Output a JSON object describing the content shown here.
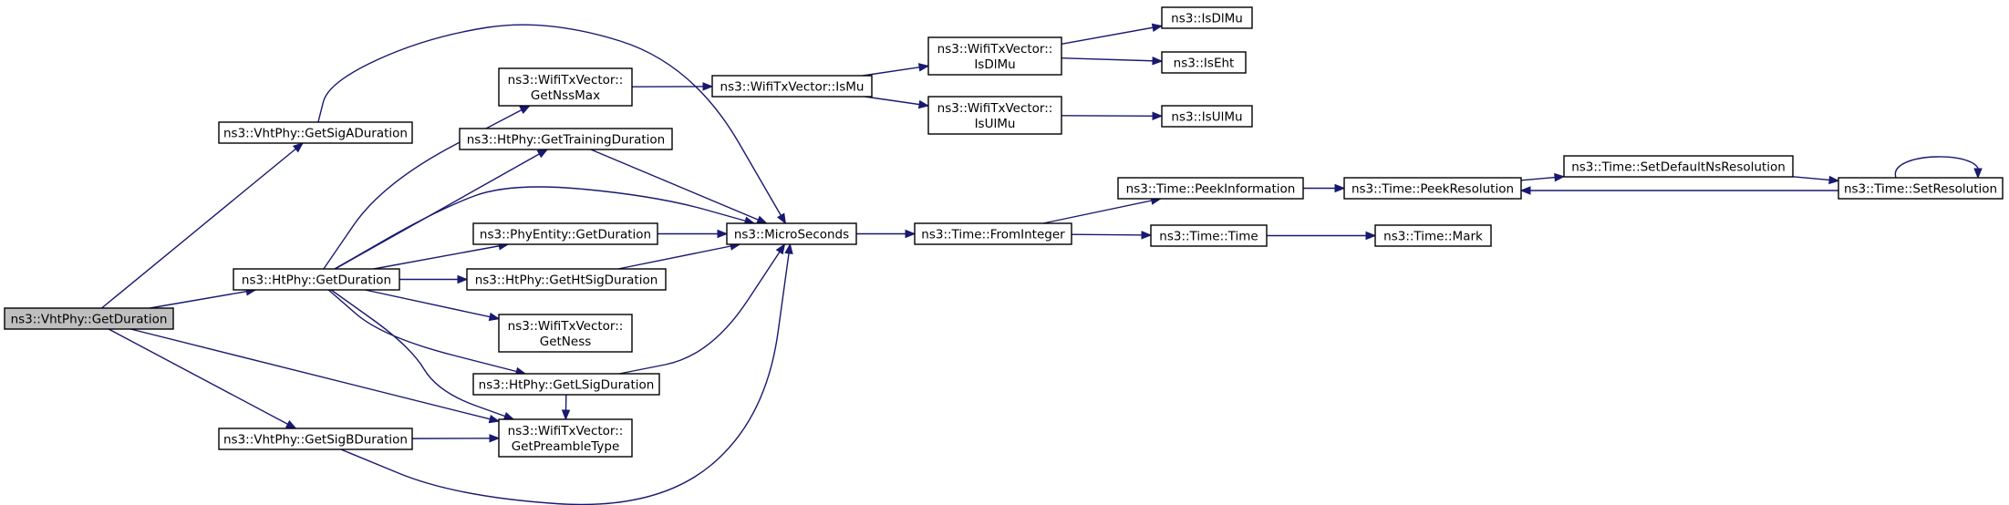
{
  "colors": {
    "edge": "#191970",
    "root_fill": "#bfbfbf",
    "node_fill": "#ffffff",
    "border": "#000000"
  },
  "nodes": {
    "vht_get_duration": [
      "ns3::VhtPhy::GetDuration"
    ],
    "vht_get_sig_a_duration": [
      "ns3::VhtPhy::GetSigADuration"
    ],
    "ht_get_duration": [
      "ns3::HtPhy::GetDuration"
    ],
    "vht_get_sig_b_duration": [
      "ns3::VhtPhy::GetSigBDuration"
    ],
    "wifitx_get_nss_max": [
      "ns3::WifiTxVector::",
      "GetNssMax"
    ],
    "ht_get_training_duration": [
      "ns3::HtPhy::GetTrainingDuration"
    ],
    "phyentity_get_duration": [
      "ns3::PhyEntity::GetDuration"
    ],
    "ht_get_ht_sig_duration": [
      "ns3::HtPhy::GetHtSigDuration"
    ],
    "wifitx_get_ness": [
      "ns3::WifiTxVector::",
      "GetNess"
    ],
    "ht_get_lsig_duration": [
      "ns3::HtPhy::GetLSigDuration"
    ],
    "wifitx_get_preamble_type": [
      "ns3::WifiTxVector::",
      "GetPreambleType"
    ],
    "micro_seconds": [
      "ns3::MicroSeconds"
    ],
    "wifitx_is_mu": [
      "ns3::WifiTxVector::IsMu"
    ],
    "wifitx_is_dl_mu": [
      "ns3::WifiTxVector::",
      "IsDlMu"
    ],
    "wifitx_is_ul_mu": [
      "ns3::WifiTxVector::",
      "IsUlMu"
    ],
    "is_dl_mu": [
      "ns3::IsDlMu"
    ],
    "is_eht": [
      "ns3::IsEht"
    ],
    "is_ul_mu": [
      "ns3::IsUlMu"
    ],
    "time_from_integer": [
      "ns3::Time::FromInteger"
    ],
    "time_peek_information": [
      "ns3::Time::PeekInformation"
    ],
    "time_time": [
      "ns3::Time::Time"
    ],
    "time_peek_resolution": [
      "ns3::Time::PeekResolution"
    ],
    "time_mark": [
      "ns3::Time::Mark"
    ],
    "time_set_default_ns_resolution": [
      "ns3::Time::SetDefaultNsResolution"
    ],
    "time_set_resolution": [
      "ns3::Time::SetResolution"
    ]
  },
  "edges": [
    [
      "vht_get_duration",
      "vht_get_sig_a_duration"
    ],
    [
      "vht_get_duration",
      "ht_get_duration"
    ],
    [
      "vht_get_duration",
      "vht_get_sig_b_duration"
    ],
    [
      "vht_get_duration",
      "wifitx_get_preamble_type"
    ],
    [
      "vht_get_sig_a_duration",
      "micro_seconds"
    ],
    [
      "ht_get_duration",
      "wifitx_get_nss_max"
    ],
    [
      "ht_get_duration",
      "ht_get_training_duration"
    ],
    [
      "ht_get_duration",
      "micro_seconds"
    ],
    [
      "ht_get_duration",
      "phyentity_get_duration"
    ],
    [
      "ht_get_duration",
      "ht_get_ht_sig_duration"
    ],
    [
      "ht_get_duration",
      "wifitx_get_ness"
    ],
    [
      "ht_get_duration",
      "ht_get_lsig_duration"
    ],
    [
      "ht_get_duration",
      "wifitx_get_preamble_type"
    ],
    [
      "vht_get_sig_b_duration",
      "wifitx_get_preamble_type"
    ],
    [
      "vht_get_sig_b_duration",
      "micro_seconds"
    ],
    [
      "wifitx_get_nss_max",
      "wifitx_is_mu"
    ],
    [
      "ht_get_training_duration",
      "micro_seconds"
    ],
    [
      "phyentity_get_duration",
      "micro_seconds"
    ],
    [
      "ht_get_ht_sig_duration",
      "micro_seconds"
    ],
    [
      "ht_get_lsig_duration",
      "micro_seconds"
    ],
    [
      "ht_get_lsig_duration",
      "wifitx_get_preamble_type"
    ],
    [
      "micro_seconds",
      "time_from_integer"
    ],
    [
      "wifitx_is_mu",
      "wifitx_is_dl_mu"
    ],
    [
      "wifitx_is_mu",
      "wifitx_is_ul_mu"
    ],
    [
      "wifitx_is_dl_mu",
      "is_dl_mu"
    ],
    [
      "wifitx_is_dl_mu",
      "is_eht"
    ],
    [
      "wifitx_is_ul_mu",
      "is_ul_mu"
    ],
    [
      "time_from_integer",
      "time_peek_information"
    ],
    [
      "time_from_integer",
      "time_time"
    ],
    [
      "time_peek_information",
      "time_peek_resolution"
    ],
    [
      "time_time",
      "time_mark"
    ],
    [
      "time_peek_resolution",
      "time_set_default_ns_resolution"
    ],
    [
      "time_set_default_ns_resolution",
      "time_set_resolution"
    ],
    [
      "time_set_resolution",
      "time_peek_resolution"
    ],
    [
      "time_set_resolution",
      "time_set_resolution"
    ]
  ]
}
